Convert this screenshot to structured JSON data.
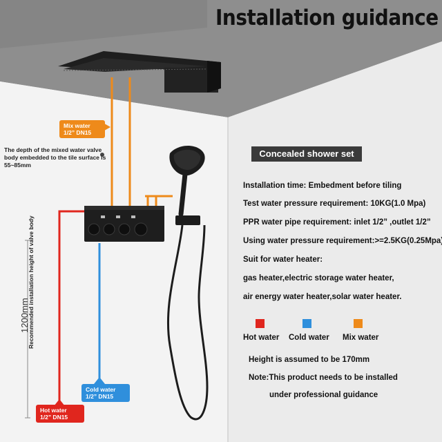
{
  "title": "Installation  guidance",
  "depth_note": "The depth of the mixed water valve body embedded to the tile surface is 55~85mm",
  "recommended_height_label": "Recommended installation height of valve body",
  "height_value": "1200mm",
  "tags": {
    "mix": {
      "line1": "Mix water",
      "line2": "1/2” DN15"
    },
    "cold": {
      "line1": "Cold water",
      "line2": "1/2”   DN15"
    },
    "hot": {
      "line1": "Hot water",
      "line2": "1/2”  DN15"
    }
  },
  "set_title": "Concealed shower set",
  "specs": [
    "Installation time: Embedment before tiling",
    "Test water pressure requirement: 10KG(1.0 Mpa)",
    "PPR water pipe requirement: inlet 1/2”  ,outlet 1/2”",
    "Using water pressure requirement:>=2.5KG(0.25Mpa)",
    "Suit for water heater:",
    "gas heater,electric storage water heater,",
    "air energy water heater,solar water heater."
  ],
  "legend": [
    {
      "label": "Hot water",
      "color": "#e0261e"
    },
    {
      "label": "Cold water",
      "color": "#2f8fdc"
    },
    {
      "label": "Mix water",
      "color": "#ee8a1a"
    }
  ],
  "height_assumed": "Height is assumed to be 170mm",
  "note_line1": "Note:This product needs to be installed",
  "note_line2": "under professional guidance",
  "colors": {
    "ceiling": "#8c8c8c",
    "wall_left": "#f2f2f2",
    "wall_right": "#e9e9e9",
    "fixture": "#1c1c1c"
  }
}
